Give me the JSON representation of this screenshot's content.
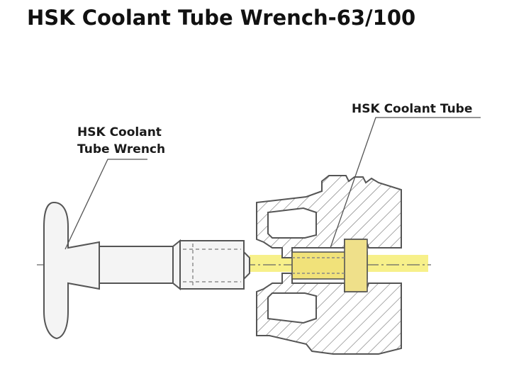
{
  "title": "HSK Coolant Tube Wrench-63/100",
  "labels": {
    "wrench_line1": "HSK Coolant",
    "wrench_line2": "Tube Wrench",
    "tube": "HSK Coolant Tube"
  },
  "colors": {
    "title": "#111111",
    "outline": "#555555",
    "highlight": "#f7f08a",
    "tube_fill": "#f1e27a"
  }
}
